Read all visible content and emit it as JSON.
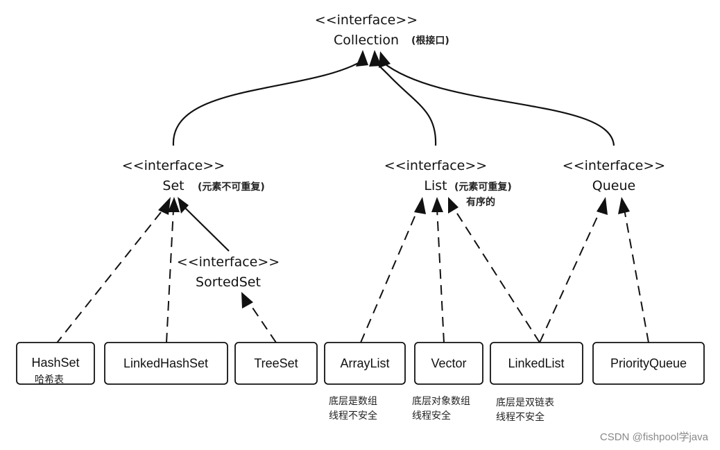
{
  "interfaces": {
    "collection": {
      "stereotype": "<<interface>>",
      "name": "Collection",
      "note": "(根接口)"
    },
    "set": {
      "stereotype": "<<interface>>",
      "name": "Set",
      "note": "(元素不可重复)"
    },
    "list": {
      "stereotype": "<<interface>>",
      "name": "List",
      "note": "(元素可重复)",
      "note2": "有序的"
    },
    "queue": {
      "stereotype": "<<interface>>",
      "name": "Queue"
    },
    "sortedset": {
      "stereotype": "<<interface>>",
      "name": "SortedSet"
    }
  },
  "classes": {
    "hashset": {
      "name": "HashSet",
      "note": "哈希表"
    },
    "linkedhashset": {
      "name": "LinkedHashSet"
    },
    "treeset": {
      "name": "TreeSet"
    },
    "arraylist": {
      "name": "ArrayList",
      "note1": "底层是数组",
      "note2": "线程不安全"
    },
    "vector": {
      "name": "Vector",
      "note1": "底层对象数组",
      "note2": "线程安全"
    },
    "linkedlist": {
      "name": "LinkedList",
      "note1": "底层是双链表",
      "note2": "线程不安全"
    },
    "priorityqueue": {
      "name": "PriorityQueue"
    }
  },
  "watermark": "CSDN @fishpool学java"
}
